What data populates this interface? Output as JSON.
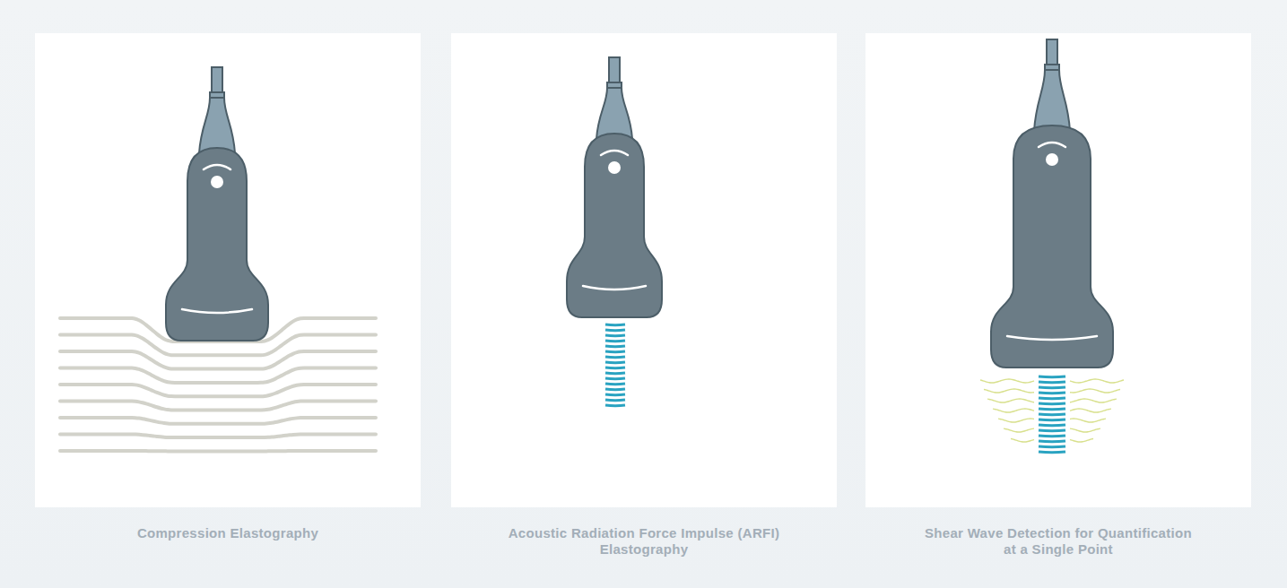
{
  "diagram": {
    "nodes": [
      {
        "text": [
          "Compression Elastography"
        ]
      },
      {
        "text": [
          "Acoustic Radiation Force Impulse (ARFI) Elastography"
        ]
      },
      {
        "text": [
          "Shear Wave Detection for Quantification at a Single Point"
        ]
      }
    ]
  }
}
